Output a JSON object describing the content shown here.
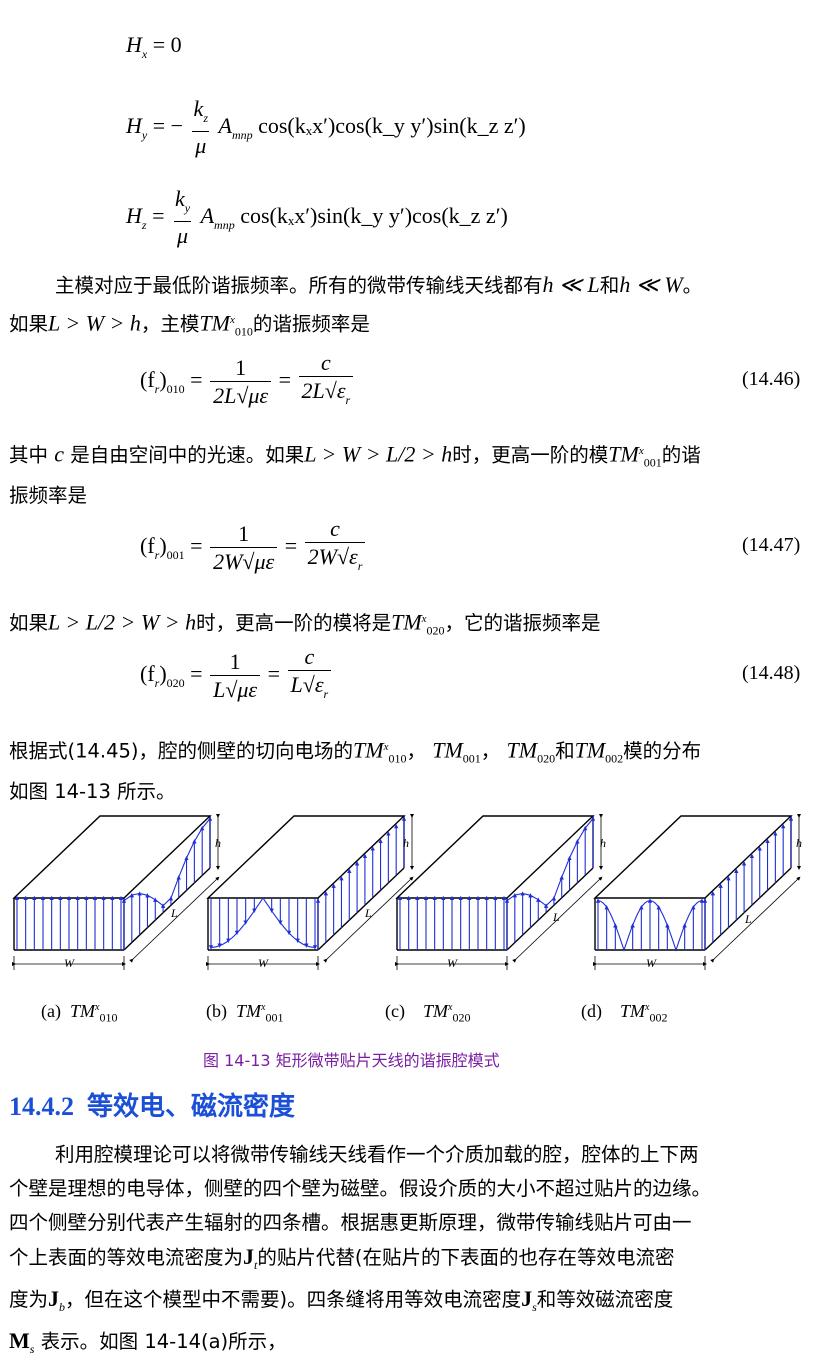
{
  "equations_top": {
    "hx": {
      "lhs": "H",
      "lhs_sub": "x",
      "rhs": "= 0"
    },
    "hy": {
      "lhs": "H",
      "lhs_sub": "y",
      "sign": "= −",
      "num": "k",
      "num_sub": "z",
      "den": "μ",
      "coef": "A",
      "coef_sub": "mnp",
      "terms": "cos(kₓx′)cos(k_y y′)sin(k_z z′)"
    },
    "hz": {
      "lhs": "H",
      "lhs_sub": "z",
      "sign": "=",
      "num": "k",
      "num_sub": "y",
      "den": "μ",
      "coef": "A",
      "coef_sub": "mnp",
      "terms": "cos(kₓx′)sin(k_y y′)cos(k_z z′)"
    }
  },
  "para1": {
    "line1_a": "主模对应于最低阶谐振频率。所有的微带传输线天线都有",
    "m1": "h ≪ L",
    "line1_b": "和",
    "m2": "h ≪ W",
    "line1_c": "。",
    "line2_a": "如果",
    "m3": "L > W > h",
    "line2_b": "，主模",
    "m4": "TM",
    "m4_sup": "x",
    "m4_sub": "010",
    "line2_c": "的谐振频率是"
  },
  "eq1446": {
    "lhs": "(f",
    "lhs_r": "r",
    "lhs_close": ")",
    "lhs_sub": "010",
    "n1": "1",
    "d1": "2L√με",
    "n2": "c",
    "d2": "2L√ε",
    "d2_sub": "r",
    "no": "(14.46)"
  },
  "para2": {
    "a": "其中",
    "c": "c",
    "b": "是自由空间中的光速。如果",
    "m": "L > W > L/2 > h",
    "d": "时，更高一阶的模",
    "tm": "TM",
    "tm_sup": "x",
    "tm_sub": "001",
    "e": "的谐",
    "line2": "振频率是"
  },
  "eq1447": {
    "lhs": "(f",
    "lhs_r": "r",
    "lhs_close": ")",
    "lhs_sub": "001",
    "n1": "1",
    "d1": "2W√με",
    "n2": "c",
    "d2": "2W√ε",
    "d2_sub": "r",
    "no": "(14.47)"
  },
  "para3": {
    "a": "如果",
    "m": "L > L/2 > W > h",
    "b": "时，更高一阶的模将是",
    "tm": "TM",
    "tm_sup": "x",
    "tm_sub": "020",
    "c": "，它的谐振频率是"
  },
  "eq1448": {
    "lhs": "(f",
    "lhs_r": "r",
    "lhs_close": ")",
    "lhs_sub": "020",
    "n1": "1",
    "d1": "L√με",
    "n2": "c",
    "d2": "L√ε",
    "d2_sub": "r",
    "no": "(14.48)"
  },
  "para4": {
    "a": "根据式(14.45)，腔的侧壁的切向电场的",
    "t1": "TM",
    "t1_sub": "010",
    "s1": "，",
    "t2": "TM",
    "t2_sub": "001",
    "s2": "，",
    "t3": "TM",
    "t3_sub": "020",
    "s3": "和",
    "t4": "TM",
    "t4_sub": "002",
    "s4": "模的分布",
    "sup": "x",
    "line2": "如图 14-13 所示。"
  },
  "figure": {
    "labels": {
      "h": "h",
      "L": "L",
      "W": "W"
    },
    "subcaptions": [
      {
        "tag": "(a)",
        "tm": "TM",
        "sup": "x",
        "sub": "010"
      },
      {
        "tag": "(b)",
        "tm": "TM",
        "sup": "x",
        "sub": "001"
      },
      {
        "tag": "(c)",
        "tm": "TM",
        "sup": "x",
        "sub": "020"
      },
      {
        "tag": "(d)",
        "tm": "TM",
        "sup": "x",
        "sub": "002"
      }
    ],
    "caption": "图 14-13  矩形微带贴片天线的谐振腔模式",
    "field_color": "#1f2fd6",
    "caption_color": "#7a1fa2"
  },
  "section": {
    "number": "14.4.2",
    "title": "等效电、磁流密度",
    "color": "#1a4fd6"
  },
  "para5": {
    "l1": "利用腔模理论可以将微带传输线天线看作一个介质加载的腔，腔体的上下两",
    "l2": "个壁是理想的电导体，侧壁的四个壁为磁壁。假设介质的大小不超过贴片的边缘。",
    "l3": "四个侧壁分别代表产生辐射的四条槽。根据惠更斯原理，微带传输线贴片可由一",
    "l4a": "个上表面的等效电流密度为",
    "j1": "J",
    "j1_sub": "t",
    "l4b": "的贴片代替(在贴片的下表面的也存在等效电流密",
    "l5a": "度为",
    "j2": "J",
    "j2_sub": "b",
    "l5b": "，但在这个模型中不需要)。四条缝将用等效电流密度",
    "j3": "J",
    "j3_sub": "s",
    "l5c": "和等效磁流密度",
    "m1": "M",
    "m1_sub": "s",
    "l6": "表示。如图 14-14(a)所示，"
  }
}
